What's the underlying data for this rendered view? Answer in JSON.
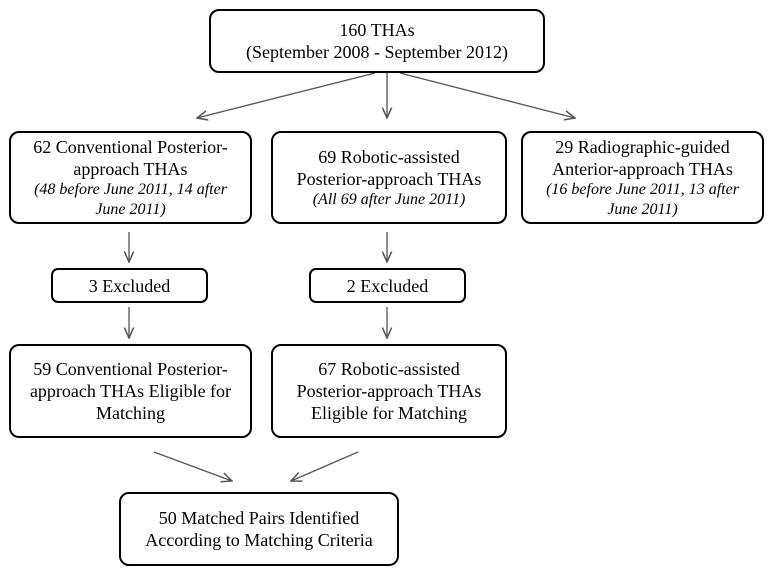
{
  "total": {
    "line1": "160 THAs",
    "line2": "(September 2008 - September 2012)"
  },
  "conventional": {
    "line1": "62 Conventional Posterior-",
    "line2": "approach THAs",
    "note1": "(48 before June 2011, 14 after",
    "note2": "June 2011)"
  },
  "robotic": {
    "line1": "69 Robotic-assisted",
    "line2": "Posterior-approach THAs",
    "note1": "(All 69 after June 2011)"
  },
  "anterior": {
    "line1": "29 Radiographic-guided",
    "line2": "Anterior-approach THAs",
    "note1": "(16 before June 2011, 13 after",
    "note2": "June 2011)"
  },
  "excluded_conventional": {
    "label": "3 Excluded"
  },
  "excluded_robotic": {
    "label": "2 Excluded"
  },
  "eligible_conventional": {
    "line1": "59 Conventional Posterior-",
    "line2": "approach THAs Eligible for",
    "line3": "Matching"
  },
  "eligible_robotic": {
    "line1": "67 Robotic-assisted",
    "line2": "Posterior-approach THAs",
    "line3": "Eligible for Matching"
  },
  "matched": {
    "line1": "50 Matched Pairs Identified",
    "line2": "According to Matching Criteria"
  },
  "colors": {
    "line": "#555555",
    "border": "#000000"
  }
}
